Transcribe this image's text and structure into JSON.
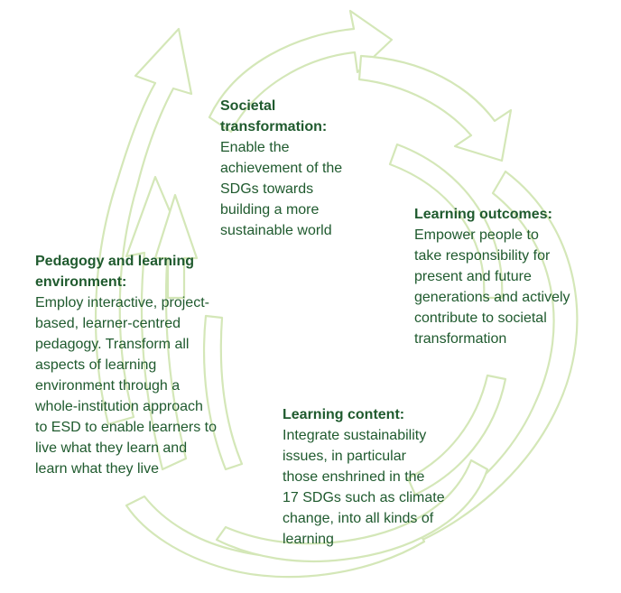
{
  "colors": {
    "text": "#1f5a2e",
    "swirl_fill": "#ffffff",
    "swirl_stroke": "#d4e7b8"
  },
  "blocks": {
    "societal": {
      "heading": "Societal\ntransformation:",
      "body": "Enable the\nachievement of the\nSDGs towards\nbuilding a more\nsustainable world"
    },
    "outcomes": {
      "heading": "Learning outcomes:",
      "body": "Empower people to\ntake responsibility for\npresent and future\ngenerations and actively\ncontribute to societal\ntransformation"
    },
    "pedagogy": {
      "heading": "Pedagogy and learning\nenvironment:",
      "body": "Employ interactive, project-\nbased, learner-centred\npedagogy. Transform all\naspects of learning\nenvironment through a\nwhole-institution approach\nto ESD to enable learners to\nlive what they learn and\nlearn what they live"
    },
    "content": {
      "heading": "Learning content:",
      "body": "Integrate sustainability\nissues, in particular\nthose enshrined in the\n17 SDGs such as climate\nchange, into all kinds of\nlearning"
    }
  }
}
